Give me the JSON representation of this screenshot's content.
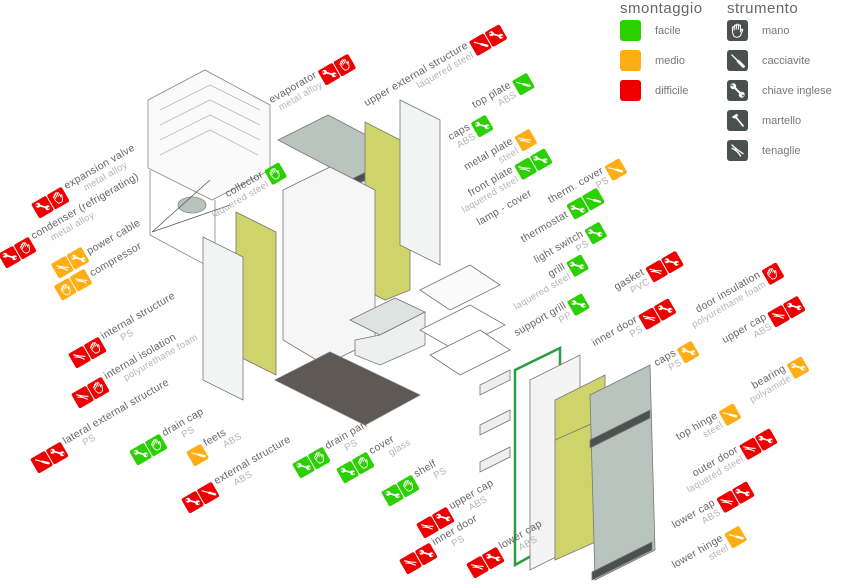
{
  "legend": {
    "difficulty_title": "smontaggio",
    "difficulty": [
      {
        "label": "facile",
        "color": "#2bd000"
      },
      {
        "label": "medio",
        "color": "#ffad14"
      },
      {
        "label": "difficile",
        "color": "#ee0000"
      }
    ],
    "tool_title": "strumento",
    "tools": [
      {
        "label": "mano",
        "icon": "hand"
      },
      {
        "label": "cacciavite",
        "icon": "screwdriver"
      },
      {
        "label": "chiave inglese",
        "icon": "wrench"
      },
      {
        "label": "martello",
        "icon": "hammer"
      },
      {
        "label": "tenaglie",
        "icon": "pliers"
      }
    ]
  },
  "parts": [
    {
      "name": "evaporator",
      "material": "metal alloy",
      "difficulty": "difficile",
      "tools": [
        "wrench",
        "hand"
      ]
    },
    {
      "name": "upper external structure",
      "material": "laquered steel",
      "difficulty": "difficile",
      "tools": [
        "screwdriver",
        "wrench"
      ]
    },
    {
      "name": "top plate",
      "material": "ABS",
      "difficulty": "facile",
      "tools": [
        "screwdriver"
      ]
    },
    {
      "name": "caps",
      "material": "ABS",
      "difficulty": "facile",
      "tools": [
        "wrench"
      ]
    },
    {
      "name": "metal plate",
      "material": "steel",
      "difficulty": "medio",
      "tools": [
        "pliers"
      ]
    },
    {
      "name": "front plate",
      "material": "laquered steel",
      "difficulty": "facile",
      "tools": [
        "pliers",
        "wrench"
      ]
    },
    {
      "name": "lamp - cover",
      "material": "",
      "difficulty": "",
      "tools": []
    },
    {
      "name": "therm. cover",
      "material": "PS",
      "difficulty": "medio",
      "tools": [
        "screwdriver"
      ]
    },
    {
      "name": "thermostat",
      "material": "",
      "difficulty": "facile",
      "tools": [
        "wrench",
        "screwdriver"
      ]
    },
    {
      "name": "light switch",
      "material": "PS",
      "difficulty": "facile",
      "tools": [
        "wrench"
      ]
    },
    {
      "name": "grill",
      "material": "laquered steel",
      "difficulty": "facile",
      "tools": [
        "wrench"
      ]
    },
    {
      "name": "support grill",
      "material": "PP",
      "difficulty": "facile",
      "tools": [
        "wrench"
      ]
    },
    {
      "name": "gasket",
      "material": "PVC",
      "difficulty": "difficile",
      "tools": [
        "pliers",
        "wrench"
      ]
    },
    {
      "name": "inner door",
      "material": "PS",
      "difficulty": "difficile",
      "tools": [
        "pliers",
        "wrench"
      ]
    },
    {
      "name": "door insulation",
      "material": "polyurethane foam",
      "difficulty": "difficile",
      "tools": [
        "hand"
      ]
    },
    {
      "name": "upper cap",
      "material": "ABS",
      "difficulty": "difficile",
      "tools": [
        "pliers",
        "wrench"
      ]
    },
    {
      "name": "caps",
      "material": "PS",
      "difficulty": "medio",
      "tools": [
        "wrench"
      ]
    },
    {
      "name": "bearing",
      "material": "polyamide",
      "difficulty": "medio",
      "tools": [
        "wrench"
      ]
    },
    {
      "name": "top hinge",
      "material": "steel",
      "difficulty": "medio",
      "tools": [
        "screwdriver"
      ]
    },
    {
      "name": "outer door",
      "material": "laquered steel",
      "difficulty": "difficile",
      "tools": [
        "pliers",
        "wrench"
      ]
    },
    {
      "name": "lower cap",
      "material": "ABS",
      "difficulty": "difficile",
      "tools": [
        "pliers",
        "wrench"
      ]
    },
    {
      "name": "lower hinge",
      "material": "steel",
      "difficulty": "medio",
      "tools": [
        "screwdriver"
      ]
    },
    {
      "name": "upper cap",
      "material": "ABS",
      "difficulty": "difficile",
      "tools": [
        "pliers",
        "wrench"
      ]
    },
    {
      "name": "inner door",
      "material": "PS",
      "difficulty": "difficile",
      "tools": [
        "pliers",
        "wrench"
      ]
    },
    {
      "name": "lower cap",
      "material": "ABS",
      "difficulty": "difficile",
      "tools": [
        "pliers",
        "wrench"
      ]
    },
    {
      "name": "shelf",
      "material": "PS",
      "difficulty": "facile",
      "tools": [
        "wrench",
        "hand"
      ]
    },
    {
      "name": "cover",
      "material": "glass",
      "difficulty": "facile",
      "tools": [
        "wrench",
        "hand"
      ]
    },
    {
      "name": "drain pan",
      "material": "PS",
      "difficulty": "facile",
      "tools": [
        "wrench",
        "hand"
      ]
    },
    {
      "name": "external structure",
      "material": "ABS",
      "difficulty": "difficile",
      "tools": [
        "wrench",
        "screwdriver"
      ]
    },
    {
      "name": "feets",
      "material": "ABS",
      "difficulty": "medio",
      "tools": [
        "screwdriver"
      ]
    },
    {
      "name": "drain cap",
      "material": "PS",
      "difficulty": "facile",
      "tools": [
        "wrench",
        "hand"
      ]
    },
    {
      "name": "lateral external structure",
      "material": "PS",
      "difficulty": "difficile",
      "tools": [
        "screwdriver",
        "wrench"
      ]
    },
    {
      "name": "internal isolation",
      "material": "polyurethane foam",
      "difficulty": "difficile",
      "tools": [
        "pliers",
        "hand"
      ]
    },
    {
      "name": "internal structure",
      "material": "PS",
      "difficulty": "difficile",
      "tools": [
        "pliers",
        "hand"
      ]
    },
    {
      "name": "compressor",
      "material": "",
      "difficulty": "medio",
      "tools": [
        "hand",
        "pliers"
      ]
    },
    {
      "name": "power cable",
      "material": "",
      "difficulty": "medio",
      "tools": [
        "pliers",
        "wrench"
      ]
    },
    {
      "name": "condenser (refrigerating)",
      "material": "metal alloy",
      "difficulty": "difficile",
      "tools": [
        "wrench",
        "hand"
      ]
    },
    {
      "name": "expansion valve",
      "material": "metal alloy",
      "difficulty": "difficile",
      "tools": [
        "wrench",
        "hand"
      ]
    },
    {
      "name": "collector",
      "material": "laquered steel",
      "difficulty": "facile",
      "tools": [
        "hand"
      ]
    }
  ]
}
